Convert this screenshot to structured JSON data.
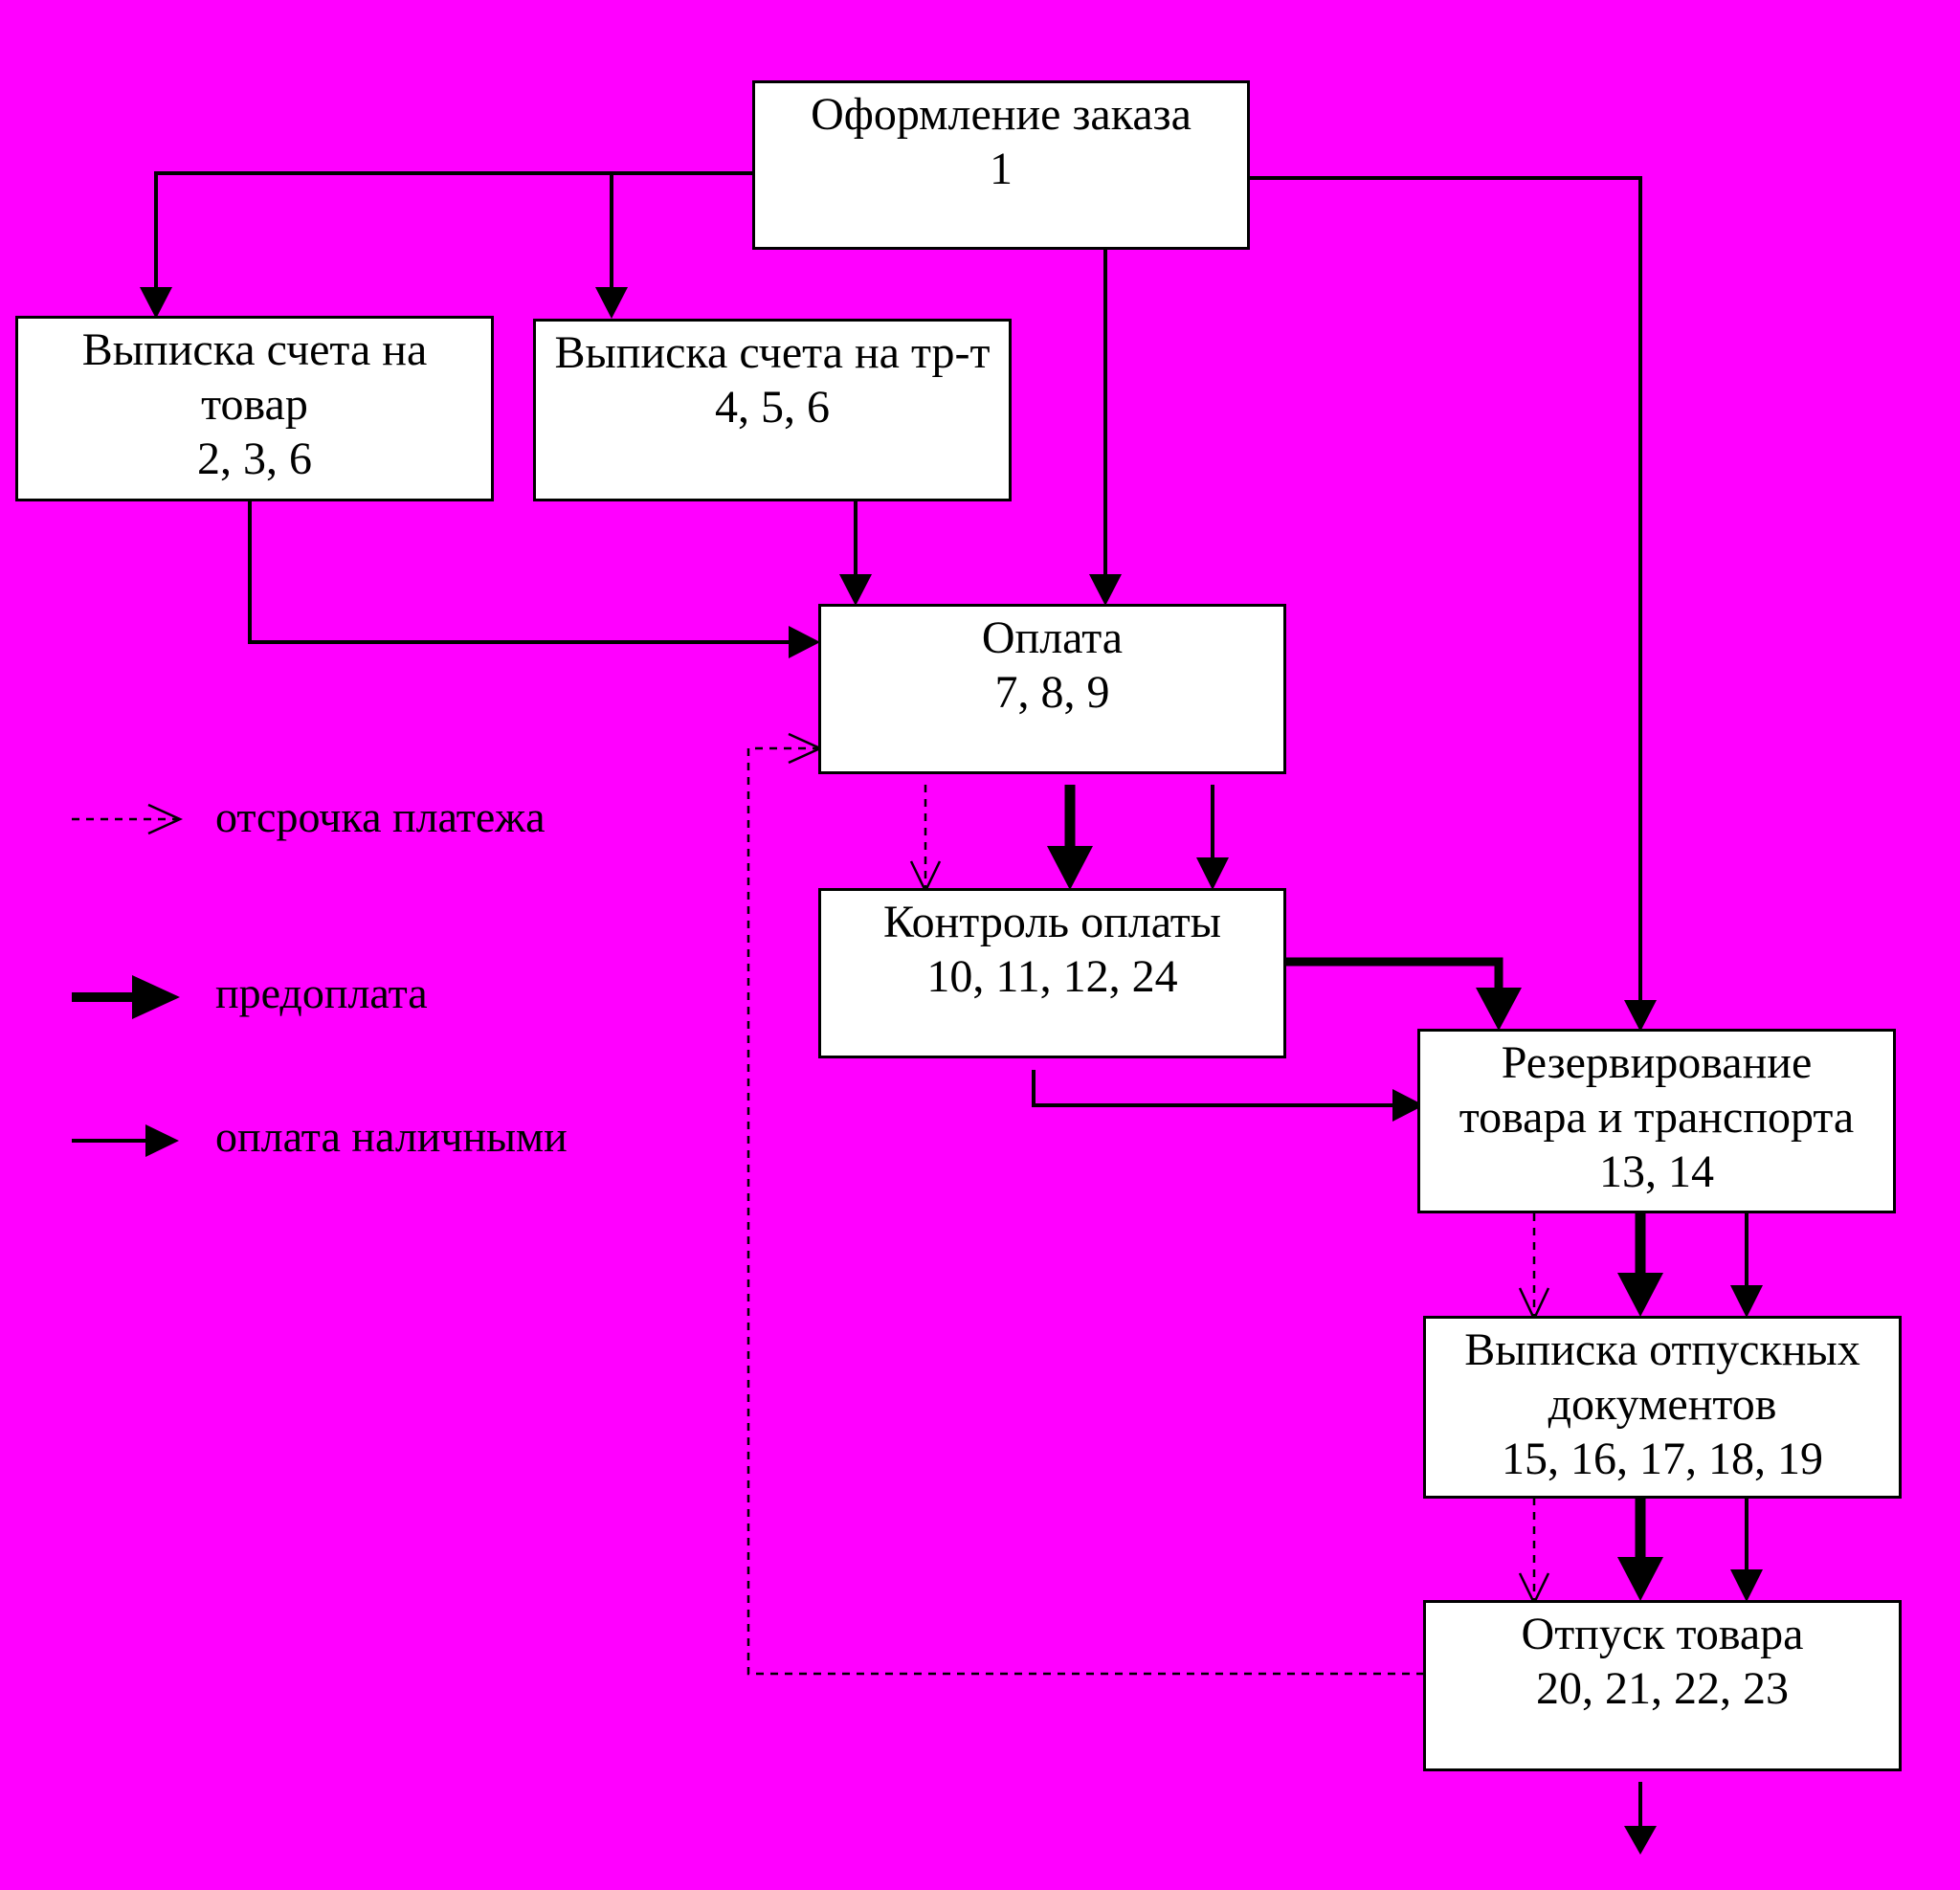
{
  "colors": {
    "background": "#ff00ff",
    "box_fill": "#ffffff",
    "line": "#000000"
  },
  "nodes": {
    "order": {
      "title": "Оформление   заказа",
      "steps": "1"
    },
    "invoice_goods": {
      "title_line1": "Выписка счета на",
      "title_line2": "товар",
      "steps": "2, 3, 6"
    },
    "invoice_transport": {
      "title": "Выписка счета на тр-т",
      "steps": "4,  5,  6"
    },
    "payment": {
      "title": "Оплата",
      "steps": "7, 8, 9"
    },
    "payment_control": {
      "title": "Контроль оплаты",
      "steps": "10, 11, 12, 24"
    },
    "reservation": {
      "title_line1": "Резервирование",
      "title_line2": "товара и транспорта",
      "steps": "13, 14"
    },
    "release_docs": {
      "title_line1": "Выписка отпускных",
      "title_line2": "документов",
      "steps": "15, 16, 17, 18, 19"
    },
    "release_goods": {
      "title": "Отпуск  товара",
      "steps": "20, 21, 22, 23"
    }
  },
  "legend": {
    "deferred": "отсрочка платежа",
    "prepayment": "предоплата",
    "cash": "оплата наличными"
  },
  "edge_types": [
    "cash",
    "prepayment",
    "deferred"
  ]
}
